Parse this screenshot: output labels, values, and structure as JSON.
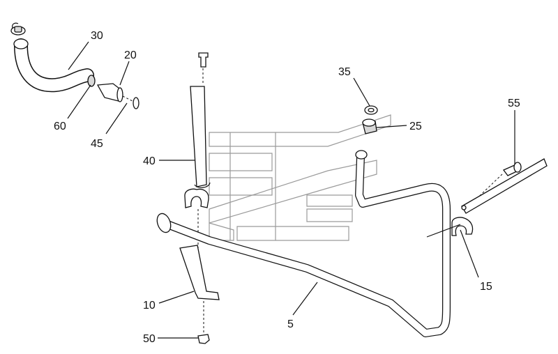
{
  "callouts": {
    "c5": "5",
    "c10": "10",
    "c15": "15",
    "c20": "20",
    "c25": "25",
    "c30": "30",
    "c35": "35",
    "c40": "40",
    "c45": "45",
    "c50": "50",
    "c55": "55",
    "c60": "60"
  }
}
